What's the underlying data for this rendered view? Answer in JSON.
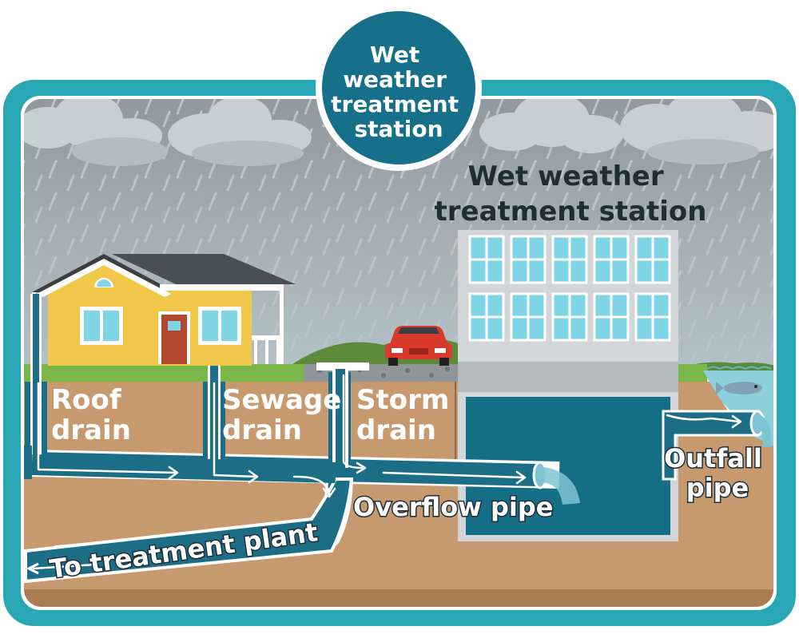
{
  "badge": {
    "line1": "Wet",
    "line2": "weather",
    "line3": "treatment",
    "line4": "station"
  },
  "building_title": {
    "line1": "Wet weather",
    "line2": "treatment station"
  },
  "labels": {
    "roof_drain": {
      "line1": "Roof",
      "line2": "drain"
    },
    "sewage_drain": {
      "line1": "Sewage",
      "line2": "drain"
    },
    "storm_drain": {
      "line1": "Storm",
      "line2": "drain"
    },
    "overflow_pipe": "Overflow pipe",
    "to_treatment_plant": "To treatment plant",
    "outfall_pipe": {
      "line1": "Outfall",
      "line2": "pipe"
    }
  },
  "colors": {
    "frame": "#2aa7b5",
    "pipe": "#1b6e86",
    "tank_water": "#146f86",
    "soil": "#c69a6e",
    "grass": "#7ab648",
    "sky": "#9aa4ab",
    "house": "#f2c84b",
    "car": "#d8392b"
  },
  "icons": {
    "arrow": "arrow-icon",
    "fish": "fish-icon",
    "car": "car-icon"
  }
}
